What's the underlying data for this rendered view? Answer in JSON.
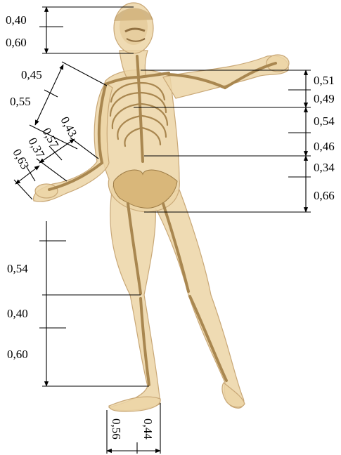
{
  "figure": {
    "head_labels": [
      "0,40",
      "0,60"
    ],
    "torso_right_labels": [
      "0,51",
      "0,49",
      "0,54",
      "0,46",
      "0,34",
      "0,66"
    ],
    "arm_labels": [
      "0,45",
      "0,55"
    ],
    "forearm_labels": [
      "0,43",
      "0,57"
    ],
    "hand_labels": [
      "0,37",
      "0,63"
    ],
    "leg_labels": [
      "0,54",
      "0,40",
      "0,60"
    ],
    "foot_labels": [
      "0,56",
      "0,44"
    ]
  }
}
